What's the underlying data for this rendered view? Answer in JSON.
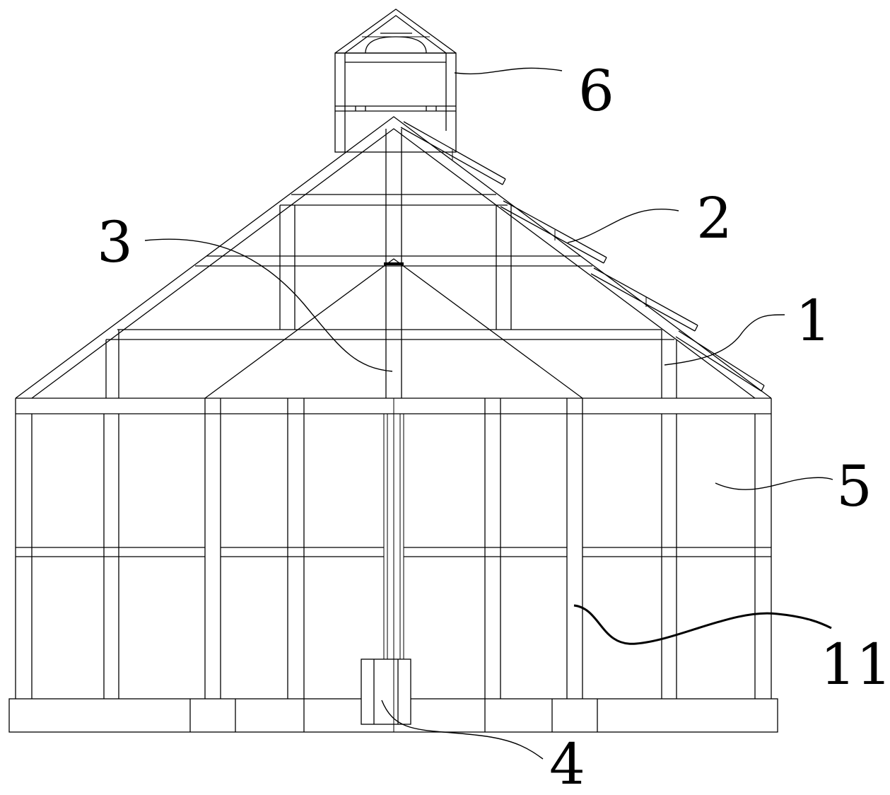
{
  "labels": {
    "greenhouse_frame": "1",
    "solar_panels": "2",
    "central_post": "3",
    "base_unit": "4",
    "wall_panel": "5",
    "ventilation_tower": "6",
    "column": "11"
  }
}
